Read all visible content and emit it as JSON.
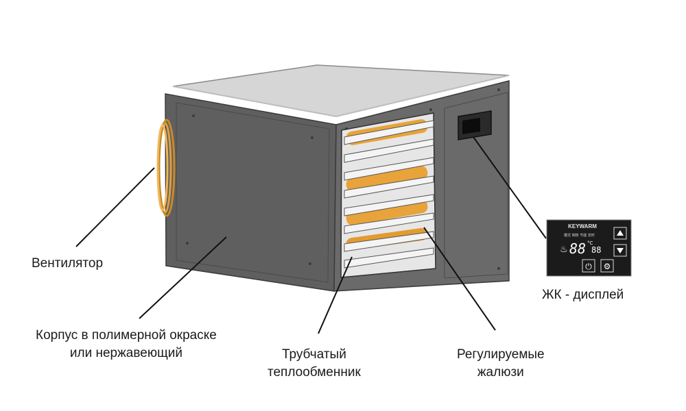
{
  "labels": {
    "fan": "Вентилятор",
    "housing": [
      "Корпус в полимерной окраске",
      "или нержавеющий"
    ],
    "exchanger": [
      "Трубчатый",
      "теплообменник"
    ],
    "louvers": [
      "Регулируемые",
      "жалюзи"
    ],
    "display": "ЖК - дисплей"
  },
  "display_panel": {
    "brand": "KEYWARM",
    "digits": "88",
    "unit": "°C",
    "small_digits": "88",
    "indicators": [
      "模式",
      "制热",
      "节能",
      "定时"
    ]
  },
  "colors": {
    "body_dark": "#5f5f5f",
    "body_top": "#d9d9d9",
    "copper": "#e8a33a",
    "louver": "#f2f2f2",
    "leader": "#111111",
    "panel": "#1b1b1b"
  }
}
